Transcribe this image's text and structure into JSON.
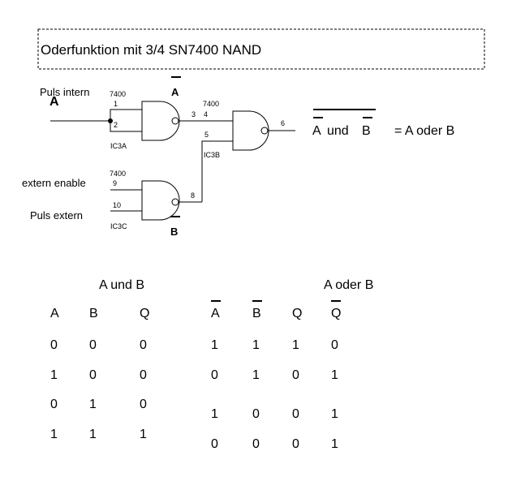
{
  "title": "Oderfunktion mit 3/4 SN7400 NAND",
  "labels": {
    "puls_intern": "Puls intern",
    "input_a": "A",
    "extern_enable": "extern enable",
    "puls_extern": "Puls extern",
    "a_bar": "A",
    "b_bar": "B"
  },
  "gates": [
    {
      "type": "7400",
      "ref": "IC3A",
      "in1": "1",
      "in2": "2",
      "out": "3"
    },
    {
      "type": "7400",
      "ref": "IC3B",
      "in1": "4",
      "in2": "5",
      "out": "6"
    },
    {
      "type": "7400",
      "ref": "IC3C",
      "in1": "9",
      "in2": "10",
      "out": "8"
    }
  ],
  "formula": {
    "a": "A",
    "und": "und",
    "b": "B",
    "rhs": "= A oder B"
  },
  "table_and": {
    "title": "A und B",
    "headers": [
      "A",
      "B",
      "Q"
    ],
    "rows": [
      [
        "0",
        "0",
        "0"
      ],
      [
        "1",
        "0",
        "0"
      ],
      [
        "0",
        "1",
        "0"
      ],
      [
        "1",
        "1",
        "1"
      ]
    ]
  },
  "table_or": {
    "title": "A oder B",
    "headers": [
      "A",
      "B",
      "Q",
      "Q"
    ],
    "rows": [
      [
        "1",
        "1",
        "1",
        "0"
      ],
      [
        "0",
        "1",
        "0",
        "1"
      ],
      [
        "1",
        "0",
        "0",
        "1"
      ],
      [
        "0",
        "0",
        "0",
        "1"
      ]
    ]
  }
}
